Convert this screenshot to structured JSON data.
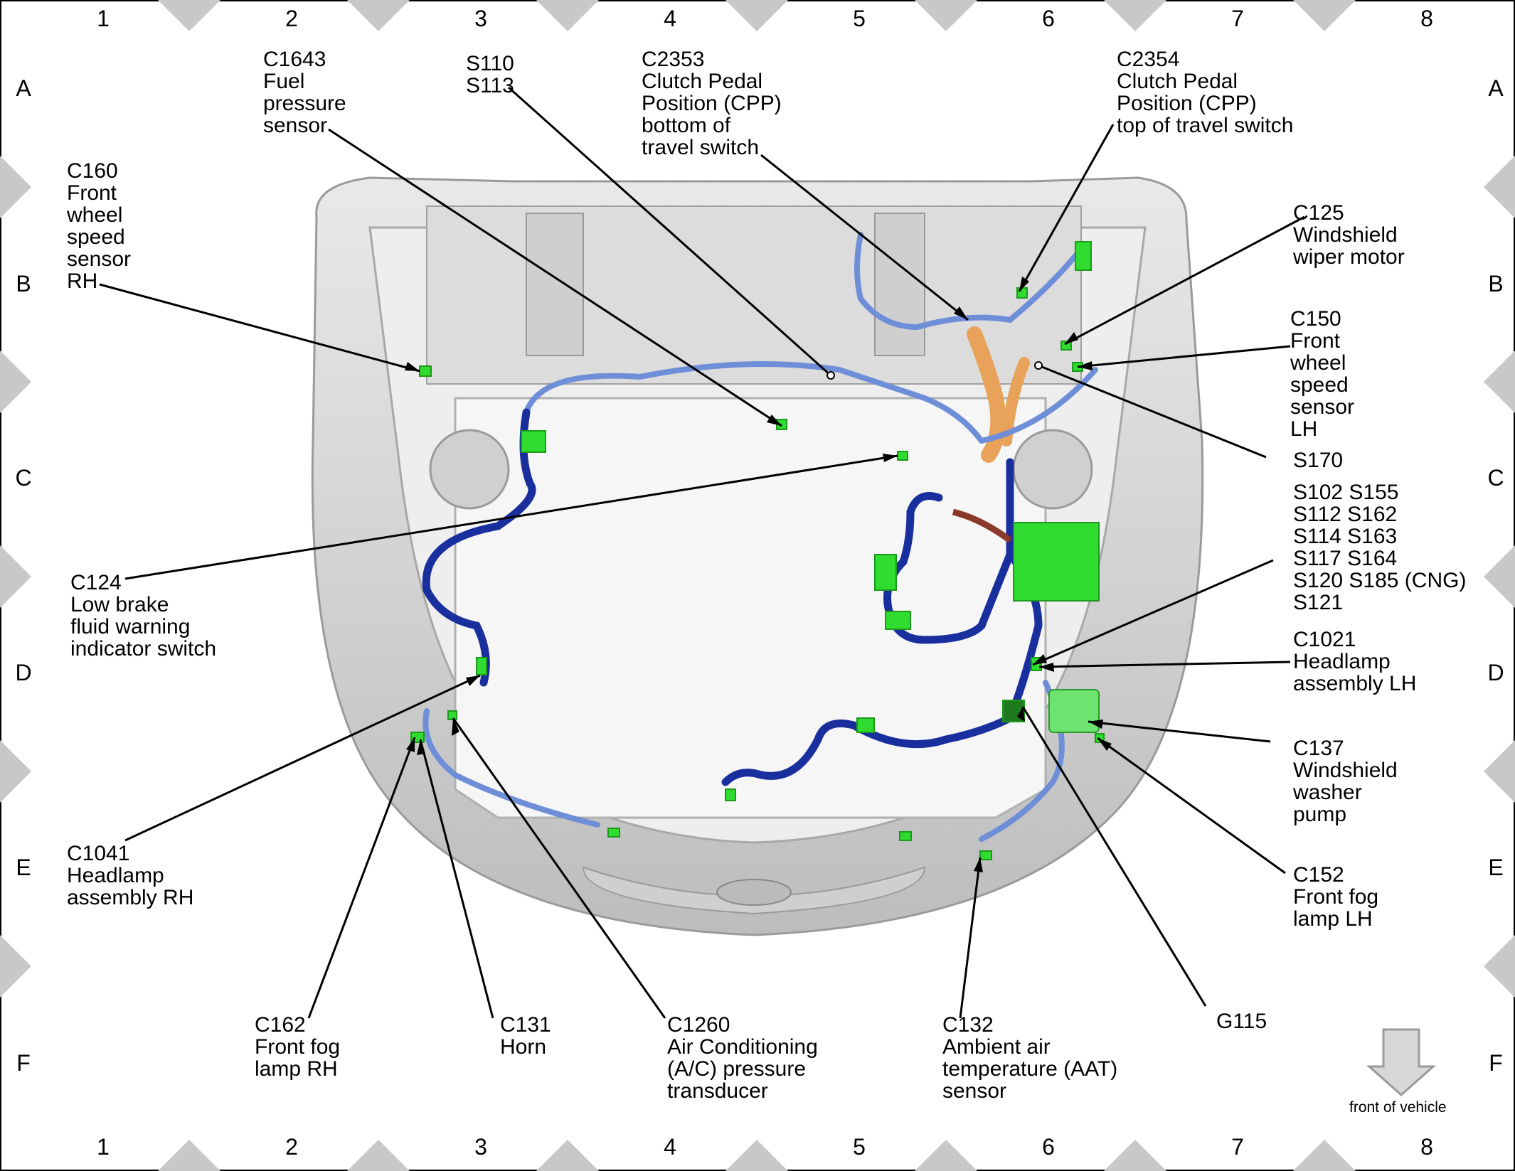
{
  "grid": {
    "columns": [
      "1",
      "2",
      "3",
      "4",
      "5",
      "6",
      "7",
      "8"
    ],
    "rows": [
      "A",
      "B",
      "C",
      "D",
      "E",
      "F"
    ]
  },
  "labels": {
    "c1643": "C1643\nFuel\npressure\nsensor",
    "s110": "S110\nS113",
    "c2353": "C2353\nClutch Pedal\nPosition (CPP)\nbottom of\ntravel switch",
    "c2354": "C2354\nClutch Pedal\nPosition (CPP)\ntop of travel switch",
    "c160": "C160\nFront\nwheel\nspeed\nsensor\nRH",
    "c125": "C125\nWindshield\nwiper motor",
    "c150": "C150\nFront\nwheel\nspeed\nsensor\nLH",
    "s170": "S170",
    "splices": "S102  S155\nS112  S162\nS114  S163\nS117  S164\nS120  S185 (CNG)\nS121",
    "c124": "C124\nLow brake\nfluid warning\nindicator switch",
    "c1021": "C1021\nHeadlamp\nassembly LH",
    "c137": "C137\nWindshield\nwasher\npump",
    "c1041": "C1041\nHeadlamp\nassembly RH",
    "c152": "C152\nFront fog\nlamp LH",
    "c162": "C162\nFront fog\nlamp RH",
    "c131": "C131\nHorn",
    "c1260": "C1260\nAir Conditioning\n(A/C) pressure\ntransducer",
    "c132": "C132\nAmbient air\ntemperature (AAT)\nsensor",
    "g115": "G115"
  },
  "front_of_vehicle": "front of vehicle",
  "colors": {
    "harness_dark": "#1a2f9e",
    "harness_light": "#6f8ed8",
    "connector": "#2fdc2f",
    "fuel_rail": "#e8a25a",
    "body": "#d6d6d6",
    "frame_triangles": "#c8c8c8"
  }
}
